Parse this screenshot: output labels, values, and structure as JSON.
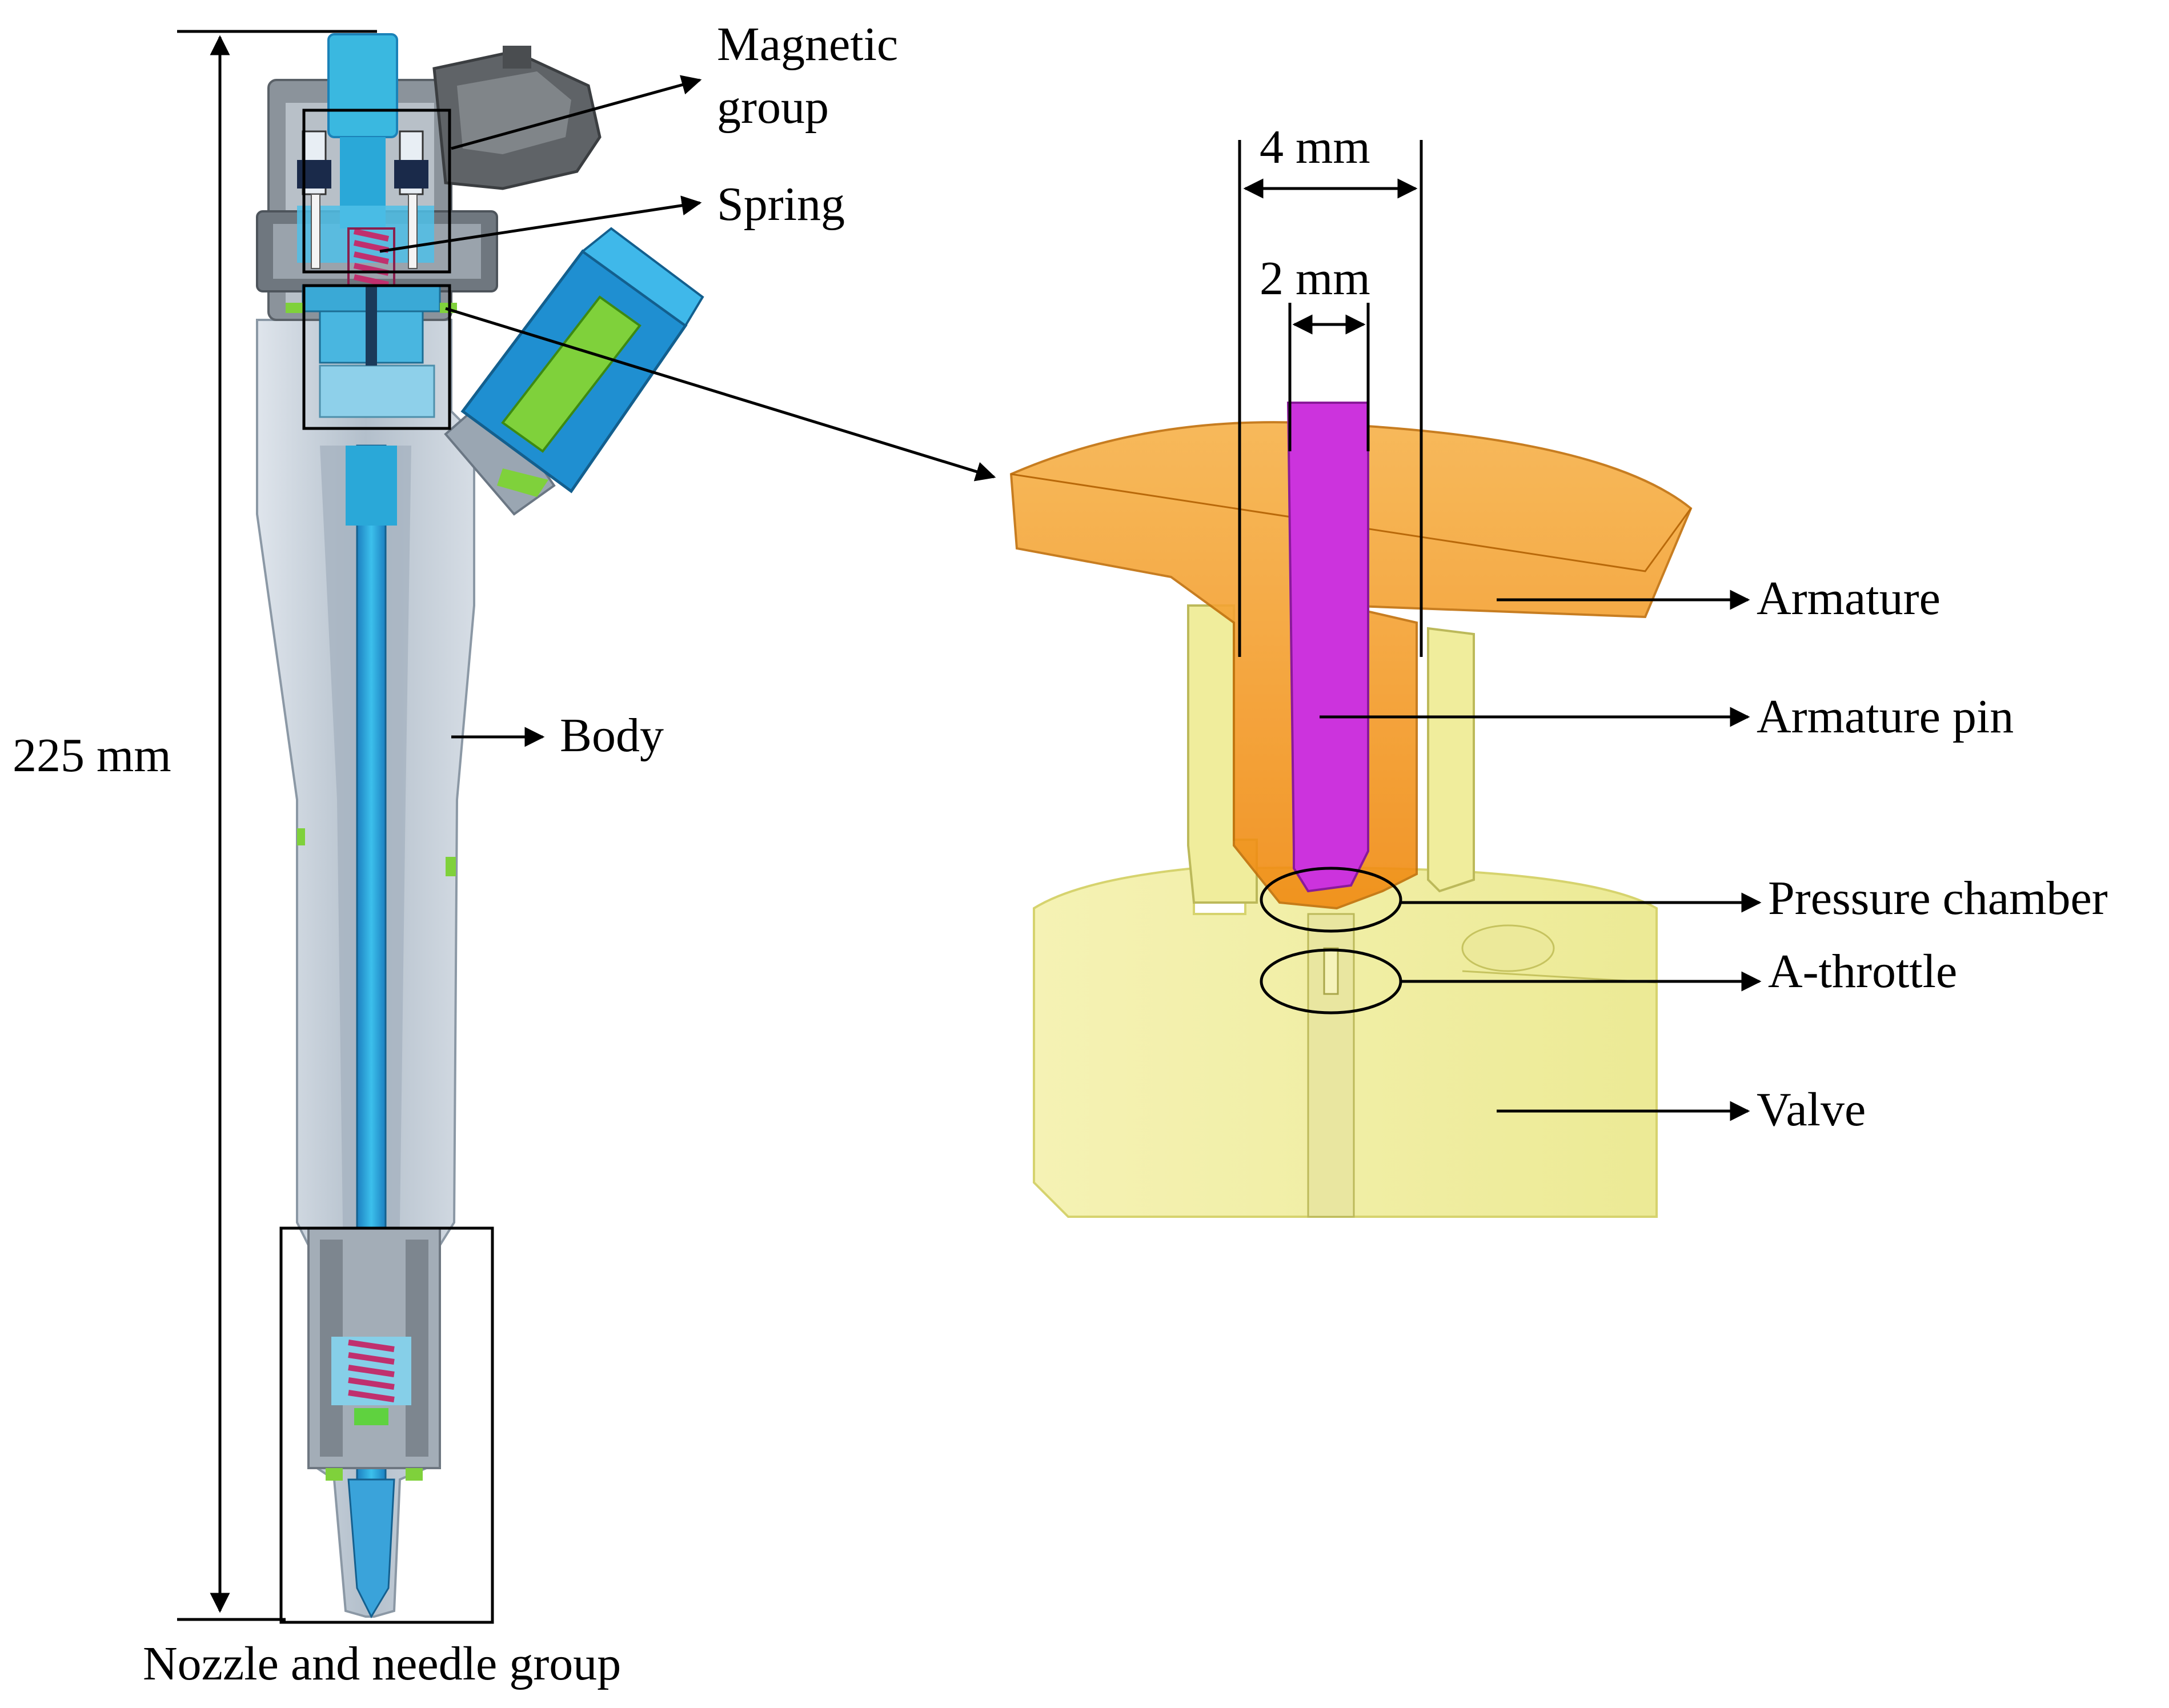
{
  "labels": {
    "magnetic_group_line1": "Magnetic",
    "magnetic_group_line2": "group",
    "spring": "Spring",
    "body": "Body",
    "nozzle_needle_group": "Nozzle and needle group",
    "armature": "Armature",
    "armature_pin": "Armature pin",
    "pressure_chamber": "Pressure chamber",
    "a_throttle": "A-throttle",
    "valve": "Valve"
  },
  "dimensions": {
    "total_length": "225 mm",
    "outer_width": "4 mm",
    "pin_width": "2 mm"
  },
  "colors": {
    "injector_body": "#b9c4cf",
    "fuel_passage": "#2aa8d8",
    "connector": "#5f6367",
    "spring": "#c0306e",
    "seal": "#7fd13b",
    "armature": "#f4a020",
    "armature_pin": "#cc33dd",
    "valve": "#f3f0a6",
    "annotation": "#000000"
  }
}
